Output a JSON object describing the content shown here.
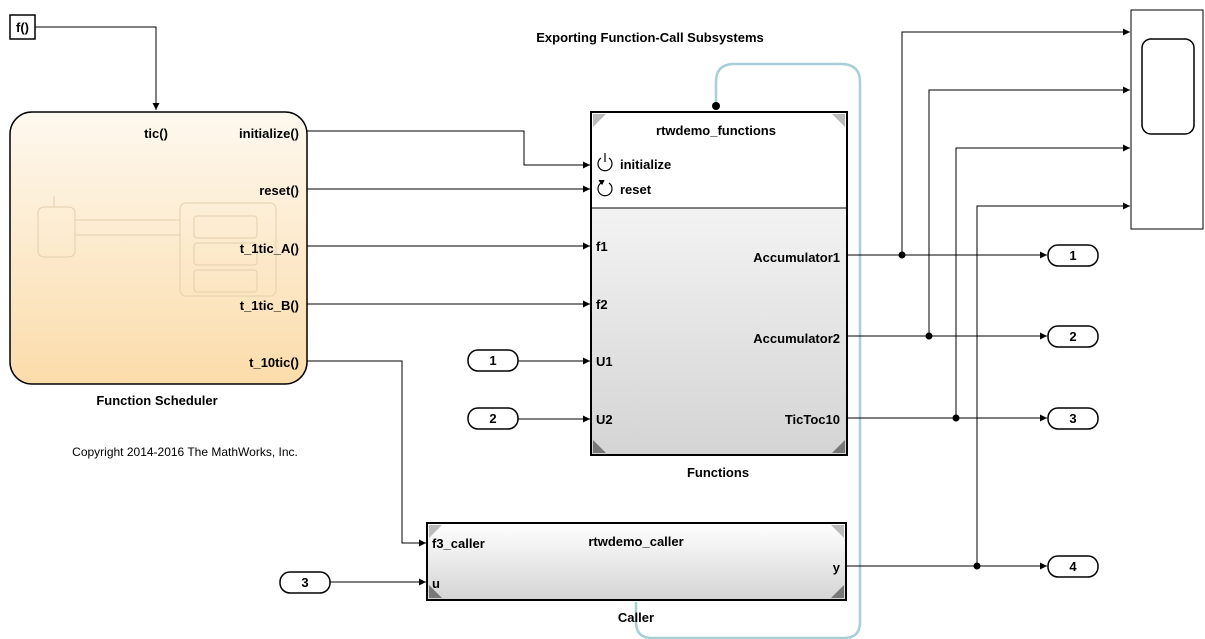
{
  "title": "Exporting Function-Call Subsystems",
  "copyright": "Copyright 2014-2016 The MathWorks, Inc.",
  "fcall_generator": {
    "label": "f()"
  },
  "scheduler": {
    "name": "Function Scheduler",
    "trigger_port": "tic()",
    "outputs": [
      "initialize()",
      "reset()",
      "t_1tic_A()",
      "t_1tic_B()",
      "t_10tic()"
    ]
  },
  "functions_block": {
    "name": "Functions",
    "model_ref": "rtwdemo_functions",
    "event_ports": [
      "initialize",
      "reset"
    ],
    "inputs": [
      "f1",
      "f2",
      "U1",
      "U2"
    ],
    "outputs": [
      "Accumulator1",
      "Accumulator2",
      "TicToc10"
    ]
  },
  "caller_block": {
    "name": "Caller",
    "model_ref": "rtwdemo_caller",
    "inputs": [
      "f3_caller",
      "u"
    ],
    "output": "y"
  },
  "inports": [
    "1",
    "2",
    "3"
  ],
  "outports": [
    "1",
    "2",
    "3",
    "4"
  ],
  "colors": {
    "scheduler_fill_top": "#fdf7ec",
    "scheduler_fill_bottom": "#fce1b4",
    "subsystem_fill_bottom": "#d8d8d8",
    "connection_line": "#a9cfd6"
  }
}
